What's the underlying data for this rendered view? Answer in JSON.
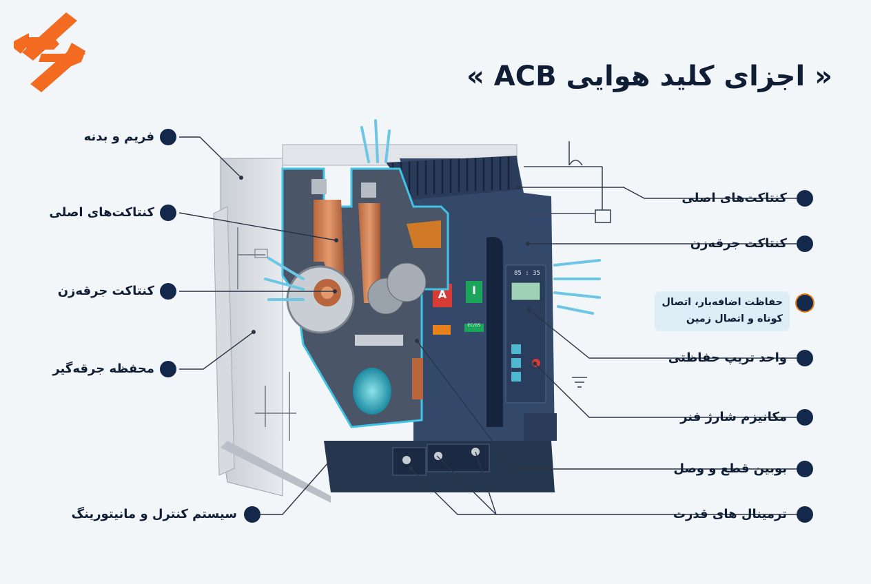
{
  "title": {
    "text_fa": "اجزای کلید هوایی",
    "text_latin": "ACB",
    "open_quote": "«",
    "close_quote": "»"
  },
  "logo": {
    "icon": "brand-logo-icon",
    "color": "#f26b21"
  },
  "labels_left": [
    "فریم و بدنه",
    "کنتاکت‌های اصلی",
    "کنتاکت جرقه‌زن",
    "محفظه جرقه‌گیر",
    "سیستم کنترل و مانیتورینگ"
  ],
  "labels_right": [
    "کنتاکت‌های اصلی",
    "کنتاکت جرقه‌زن",
    "واحد تریپ حفاظتی",
    "مکانیزم شارژ فنر",
    "بوبین قطع و وصل",
    "ترمینال های قدرت"
  ],
  "callout": {
    "line1": "حفاظت اضافه‌بار، اتصال",
    "line2": "کوتاه و اتصال زمین"
  },
  "panel": {
    "display": "85 : 35",
    "button_off": "A",
    "button_on": "I",
    "small_label": "EC/GS"
  },
  "colors": {
    "accent": "#e8801c",
    "dark_navy": "#13284a",
    "body_blue": "#34496a",
    "cyan_outline": "#41c4e6",
    "red_button": "#d83a36",
    "green_button": "#1aa55a"
  }
}
